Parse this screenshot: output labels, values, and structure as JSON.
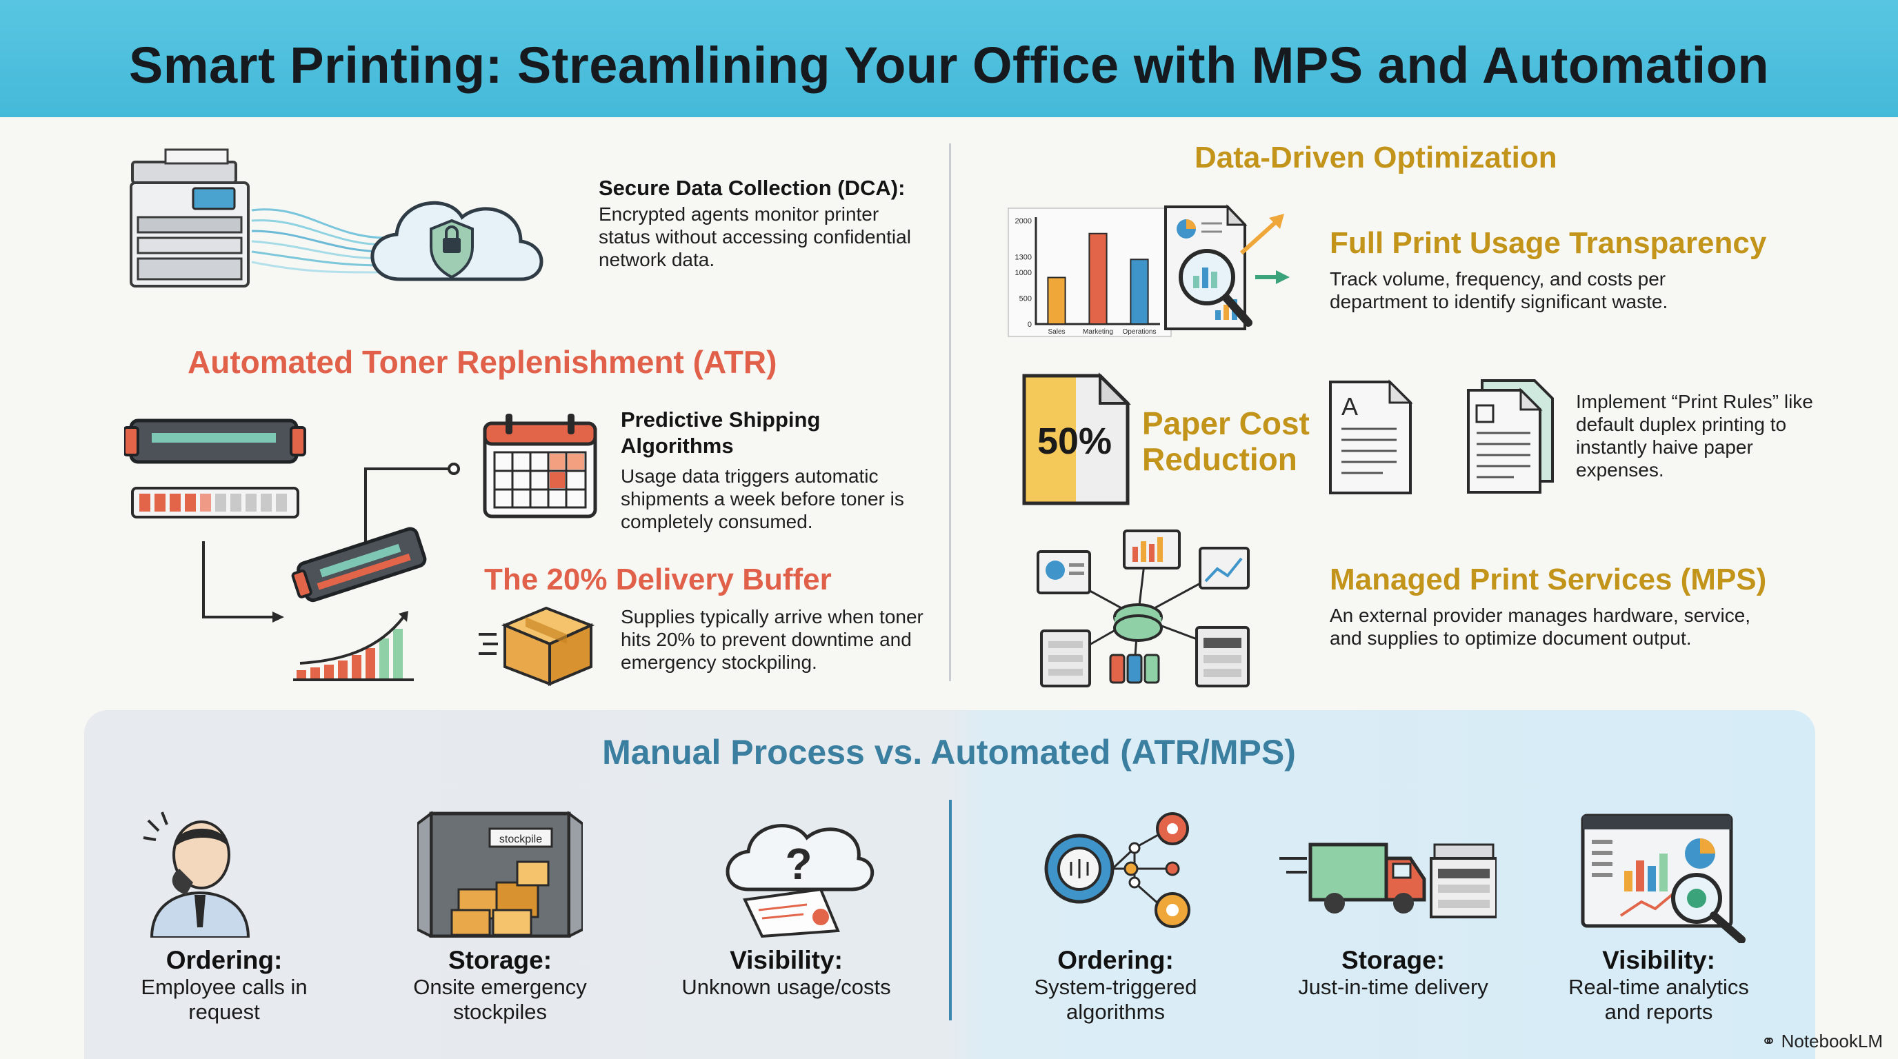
{
  "title": "Smart Printing: Streamlining Your Office with MPS and Automation",
  "dca": {
    "title": "Secure Data Collection (DCA):",
    "desc": "Encrypted agents monitor printer status without accessing confidential network data."
  },
  "atr": {
    "heading": "Automated Toner Replenishment (ATR)",
    "predictive_title": "Predictive Shipping Algorithms",
    "predictive_desc": "Usage data triggers automatic shipments a week before toner is completely consumed.",
    "buffer_title": "The 20% Delivery Buffer",
    "buffer_desc": "Supplies typically arrive when toner hits 20% to prevent downtime and emergency stockpiling."
  },
  "data_driven": {
    "heading": "Data-Driven Optimization",
    "transparency_title": "Full Print Usage Transparency",
    "transparency_desc": "Track volume, frequency, and costs per department to identify significant waste.",
    "paper_percent": "50%",
    "paper_title": "Paper Cost Reduction",
    "doc_letter": "A",
    "print_rules_desc": "Implement “Print Rules” like default duplex printing to instantly haive paper expenses.",
    "mps_title": "Managed Print Services (MPS)",
    "mps_desc": "An external provider manages hardware, service, and supplies to optimize document output."
  },
  "chart_data": {
    "type": "bar",
    "categories": [
      "Sales",
      "Marketing",
      "Operations"
    ],
    "values": [
      900,
      1750,
      1250
    ],
    "yticks": [
      "0",
      "500",
      "1000",
      "1300",
      "2000"
    ],
    "ylim": [
      0,
      2000
    ],
    "colors": [
      "#f0a73a",
      "#e2654a",
      "#3f95c9"
    ]
  },
  "comparison": {
    "heading": "Manual Process vs. Automated (ATR/MPS)",
    "manual": [
      {
        "title": "Ordering:",
        "desc": "Employee calls in request"
      },
      {
        "title": "Storage:",
        "desc": "Onsite emergency stockpiles"
      },
      {
        "title": "Visibility:",
        "desc": "Unknown usage/costs"
      }
    ],
    "automated": [
      {
        "title": "Ordering:",
        "desc": "System-triggered algorithms"
      },
      {
        "title": "Storage:",
        "desc": "Just-in-time delivery"
      },
      {
        "title": "Visibility:",
        "desc": "Real-time analytics and reports"
      }
    ],
    "box_label": "stockpile"
  },
  "brand": "NotebookLM",
  "colors": {
    "header": "#4fc0de",
    "red_accent": "#e1604a",
    "gold_accent": "#c3941a",
    "teal_accent": "#3a7ea0"
  }
}
